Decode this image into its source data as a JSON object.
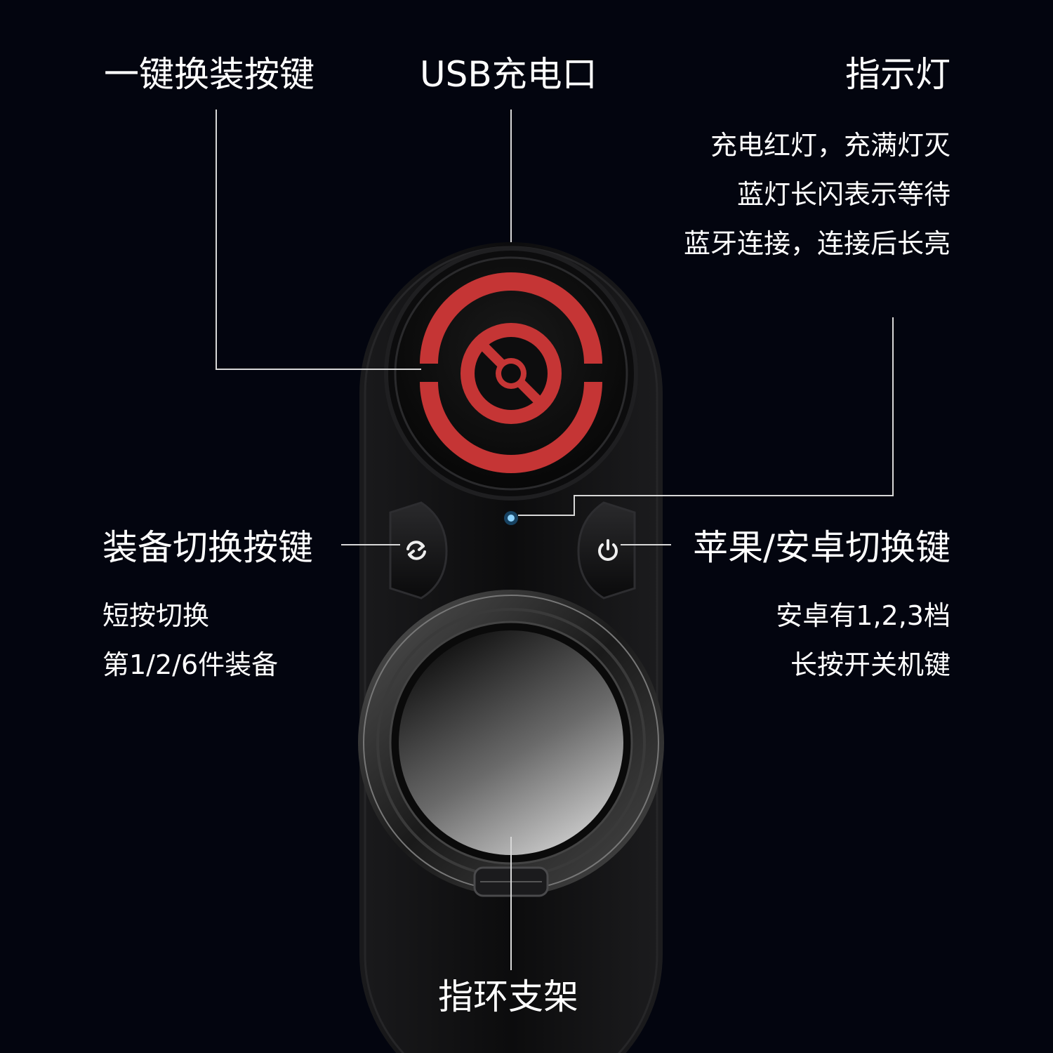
{
  "labels": {
    "quick_swap_button": "一键换装按键",
    "usb_port": "USB充电口",
    "indicator": "指示灯",
    "indicator_lines": [
      "充电红灯，充满灯灭",
      "蓝灯长闪表示等待",
      "蓝牙连接，连接后长亮"
    ],
    "equip_switch_button": "装备切换按键",
    "equip_switch_lines": [
      "短按切换",
      "第1/2/6件装备"
    ],
    "os_switch_key": "苹果/安卓切换键",
    "os_switch_lines": [
      "安卓有1,2,3档",
      "长按开关机键"
    ],
    "ring_stand": "指环支架"
  },
  "colors": {
    "background": "#03050f",
    "device_body": "#121214",
    "accent_red": "#c53535",
    "led_blue": "#2fa8ff",
    "callout_line": "#d8d8d8"
  },
  "icons": [
    "refresh-icon",
    "power-icon",
    "swap-target-icon"
  ]
}
